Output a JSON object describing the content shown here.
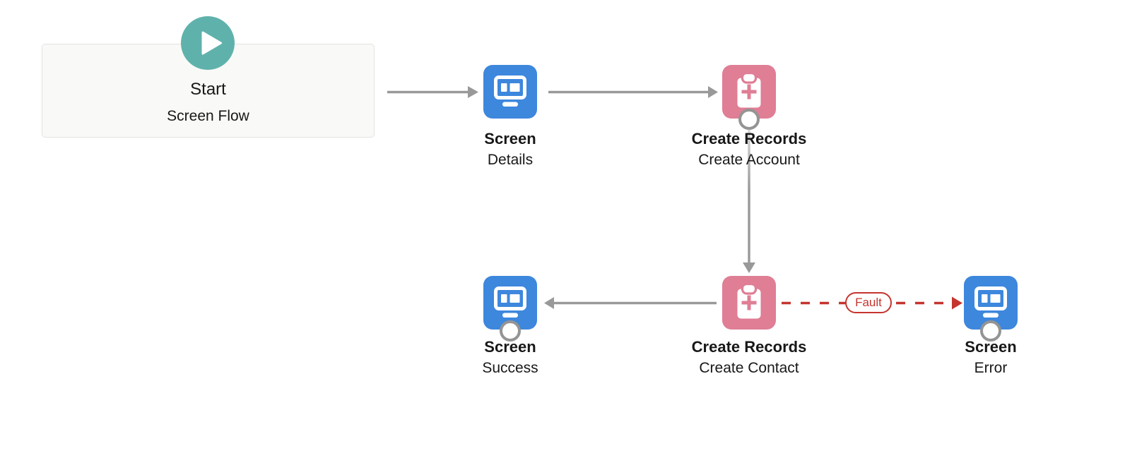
{
  "canvas": {
    "app": "flow-builder-canvas",
    "background": "#ffffff"
  },
  "colors": {
    "start_accent": "#5fb2ab",
    "screen_node": "#3d87dd",
    "create_records_node": "#df7e95",
    "connector_gray": "#999999",
    "connector_stub_gray": "#d9d9d9",
    "fault_red": "#c5352e",
    "text": "#181818",
    "start_box_bg": "#f9f9f7",
    "start_box_border": "#e3e3e1",
    "port_border": "#949494"
  },
  "start": {
    "title": "Start",
    "subtitle": "Screen Flow",
    "icon": "play-icon"
  },
  "nodes": [
    {
      "id": "screen-details",
      "type_label": "Screen",
      "name_label": "Details",
      "icon": "screen-icon",
      "color": "#3d87dd",
      "has_port": false
    },
    {
      "id": "create-records-account",
      "type_label": "Create Records",
      "name_label": "Create Account",
      "icon": "create-records-icon",
      "color": "#df7e95",
      "has_port": true
    },
    {
      "id": "screen-success",
      "type_label": "Screen",
      "name_label": "Success",
      "icon": "screen-icon",
      "color": "#3d87dd",
      "has_port": true
    },
    {
      "id": "create-records-contact",
      "type_label": "Create Records",
      "name_label": "Create Contact",
      "icon": "create-records-icon",
      "color": "#df7e95",
      "has_port": false
    },
    {
      "id": "screen-error",
      "type_label": "Screen",
      "name_label": "Error",
      "icon": "screen-icon",
      "color": "#3d87dd",
      "has_port": true
    }
  ],
  "connectors": {
    "fault_label": "Fault",
    "edges": [
      {
        "from": "start",
        "to": "screen-details",
        "style": "solid-gray",
        "direction": "right"
      },
      {
        "from": "screen-details",
        "to": "create-records-account",
        "style": "solid-gray",
        "direction": "right"
      },
      {
        "from": "create-records-account",
        "to": "create-records-contact",
        "style": "solid-gray",
        "direction": "down"
      },
      {
        "from": "create-records-contact",
        "to": "screen-success",
        "style": "solid-gray",
        "direction": "left"
      },
      {
        "from": "create-records-contact",
        "to": "screen-error",
        "style": "dashed-red",
        "direction": "right",
        "label": "Fault"
      }
    ]
  }
}
